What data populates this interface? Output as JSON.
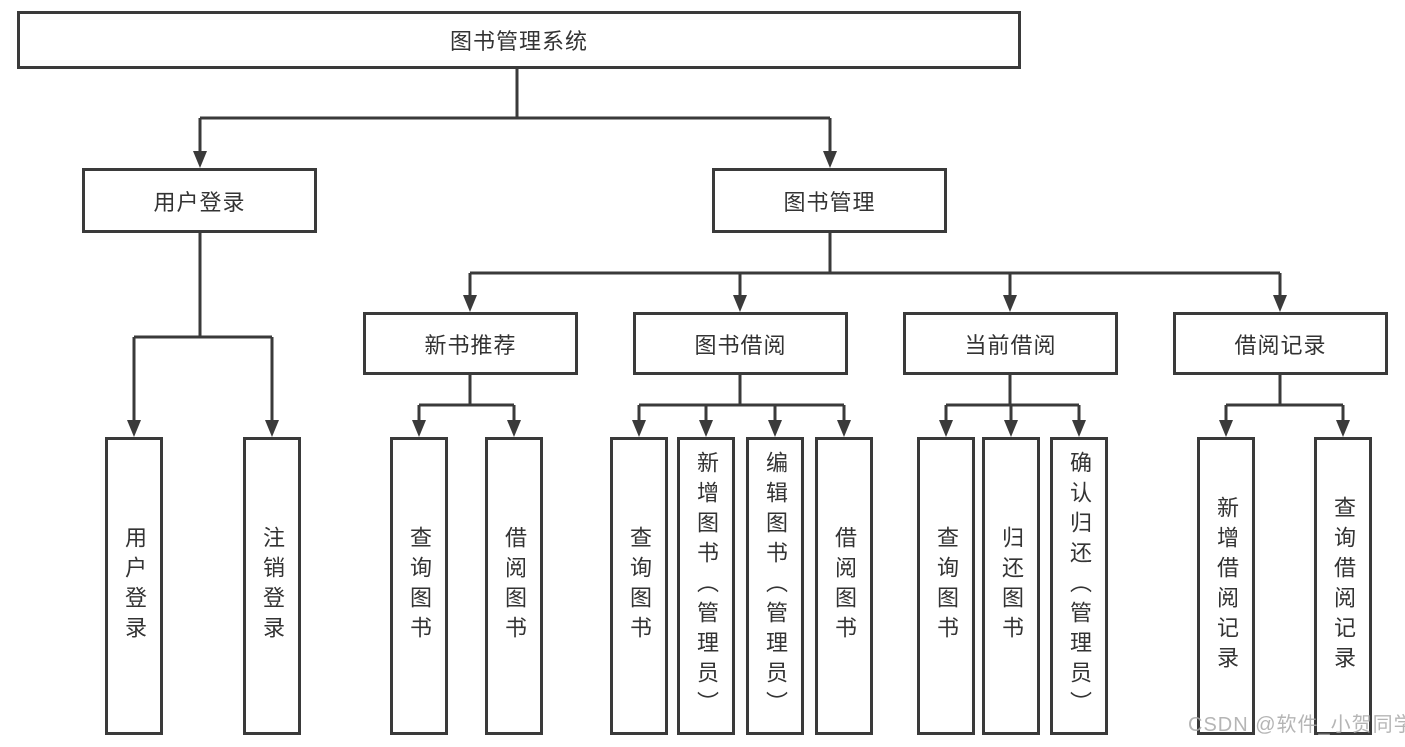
{
  "diagram": {
    "type": "tree",
    "title": "图书管理系统",
    "colors": {
      "line": "#3a3a3a",
      "text": "#333333",
      "background": "#ffffff",
      "watermark": "#a8a8a8"
    },
    "nodes": {
      "root": {
        "label": "图书管理系统"
      },
      "login": {
        "label": "用户登录"
      },
      "mgmt": {
        "label": "图书管理"
      },
      "login_user": {
        "label": "用户登录"
      },
      "login_logout": {
        "label": "注销登录"
      },
      "rec": {
        "label": "新书推荐"
      },
      "borrow": {
        "label": "图书借阅"
      },
      "current": {
        "label": "当前借阅"
      },
      "records": {
        "label": "借阅记录"
      },
      "rec_query": {
        "label": "查询图书"
      },
      "rec_borrow": {
        "label": "借阅图书"
      },
      "borrow_query": {
        "label": "查询图书"
      },
      "borrow_add": {
        "label": "新增图书（管理员）"
      },
      "borrow_edit": {
        "label": "编辑图书（管理员）"
      },
      "borrow_borrow": {
        "label": "借阅图书"
      },
      "cur_query": {
        "label": "查询图书"
      },
      "cur_return": {
        "label": "归还图书"
      },
      "cur_confirm": {
        "label": "确认归还（管理员）"
      },
      "recd_add": {
        "label": "新增借阅记录"
      },
      "recd_query": {
        "label": "查询借阅记录"
      }
    },
    "hierarchy": {
      "root": [
        "login",
        "mgmt"
      ],
      "login": [
        "login_user",
        "login_logout"
      ],
      "mgmt": [
        "rec",
        "borrow",
        "current",
        "records"
      ],
      "rec": [
        "rec_query",
        "rec_borrow"
      ],
      "borrow": [
        "borrow_query",
        "borrow_add",
        "borrow_edit",
        "borrow_borrow"
      ],
      "current": [
        "cur_query",
        "cur_return",
        "cur_confirm"
      ],
      "records": [
        "recd_add",
        "recd_query"
      ]
    },
    "watermark": "CSDN @软件_小贺同学"
  }
}
